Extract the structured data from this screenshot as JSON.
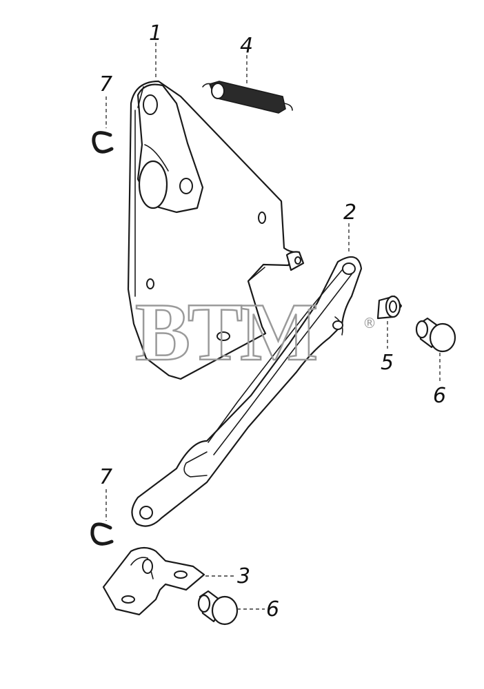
{
  "watermark": {
    "text": "BTM",
    "mark": "®",
    "color": "#9a9a9a"
  },
  "callouts": [
    {
      "id": "c1",
      "label": "1"
    },
    {
      "id": "c2",
      "label": "2"
    },
    {
      "id": "c3",
      "label": "3"
    },
    {
      "id": "c4",
      "label": "4"
    },
    {
      "id": "c5",
      "label": "5"
    },
    {
      "id": "c6a",
      "label": "6"
    },
    {
      "id": "c6b",
      "label": "6"
    },
    {
      "id": "c7a",
      "label": "7"
    },
    {
      "id": "c7b",
      "label": "7"
    }
  ]
}
